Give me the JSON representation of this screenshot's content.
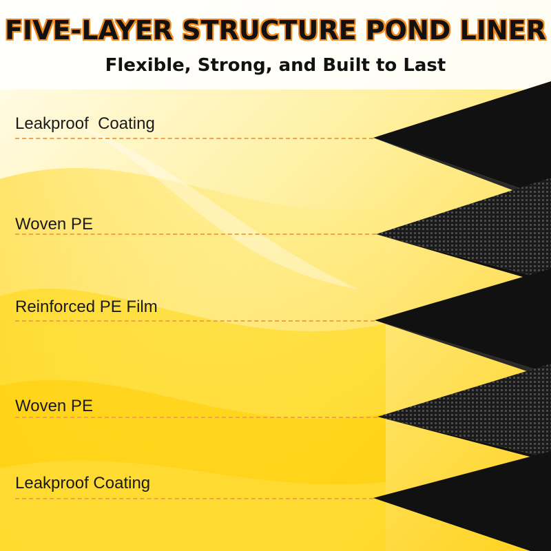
{
  "title": "FIVE-LAYER STRUCTURE POND LINER",
  "subtitle": "Flexible, Strong, and Built to Last",
  "layers": [
    {
      "label": "Leakproof  Coating",
      "kind": "solid"
    },
    {
      "label": "Woven PE",
      "kind": "mesh"
    },
    {
      "label": "Reinforced PE Film",
      "kind": "solid"
    },
    {
      "label": "Woven PE",
      "kind": "mesh"
    },
    {
      "label": "Leakproof Coating",
      "kind": "solid"
    }
  ],
  "colors": {
    "accent": "#f08a1e",
    "leader": "#f0a24a",
    "sheet": "#111111",
    "background": "#fff6c8"
  }
}
